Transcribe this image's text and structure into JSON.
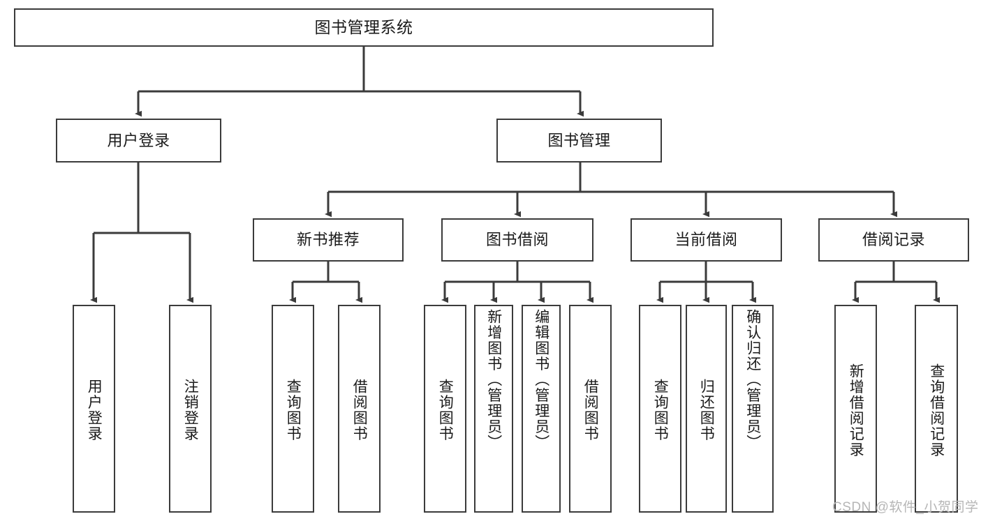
{
  "diagram": {
    "type": "tree-hierarchy",
    "title": "图书管理系统",
    "theme": {
      "background": "#ffffff",
      "box_border": "#3b3b3b",
      "box_fill": "#ffffff",
      "text": "#1a1a1a",
      "connector": "#3b3b3b",
      "watermark": "#b6b6b6"
    },
    "nodes": {
      "root": {
        "label": "图书管理系统"
      },
      "level2": [
        {
          "id": "user-login",
          "label": "用户登录"
        },
        {
          "id": "book-manage",
          "label": "图书管理"
        }
      ],
      "level3": [
        {
          "id": "new-book-recommend",
          "label": "新书推荐"
        },
        {
          "id": "book-borrow",
          "label": "图书借阅"
        },
        {
          "id": "current-borrow",
          "label": "当前借阅"
        },
        {
          "id": "borrow-record",
          "label": "借阅记录"
        }
      ],
      "leaves": {
        "user-login": [
          {
            "id": "leaf-user-login",
            "label": "用户登录"
          },
          {
            "id": "leaf-user-logout",
            "label": "注销登录"
          }
        ],
        "new-book-recommend": [
          {
            "id": "leaf-query-book-1",
            "label": "查询图书"
          },
          {
            "id": "leaf-borrow-book-1",
            "label": "借阅图书"
          }
        ],
        "book-borrow": [
          {
            "id": "leaf-query-book-2",
            "label": "查询图书"
          },
          {
            "id": "leaf-add-book",
            "label": "新增图书（管理员）"
          },
          {
            "id": "leaf-edit-book",
            "label": "编辑图书（管理员）"
          },
          {
            "id": "leaf-borrow-book-2",
            "label": "借阅图书"
          }
        ],
        "current-borrow": [
          {
            "id": "leaf-query-book-3",
            "label": "查询图书"
          },
          {
            "id": "leaf-return-book",
            "label": "归还图书"
          },
          {
            "id": "leaf-confirm-return",
            "label": "确认归还（管理员）"
          }
        ],
        "borrow-record": [
          {
            "id": "leaf-add-record",
            "label": "新增借阅记录"
          },
          {
            "id": "leaf-query-record",
            "label": "查询借阅记录"
          }
        ]
      }
    },
    "watermark": {
      "text": "CSDN @软件_小贺同学"
    }
  }
}
